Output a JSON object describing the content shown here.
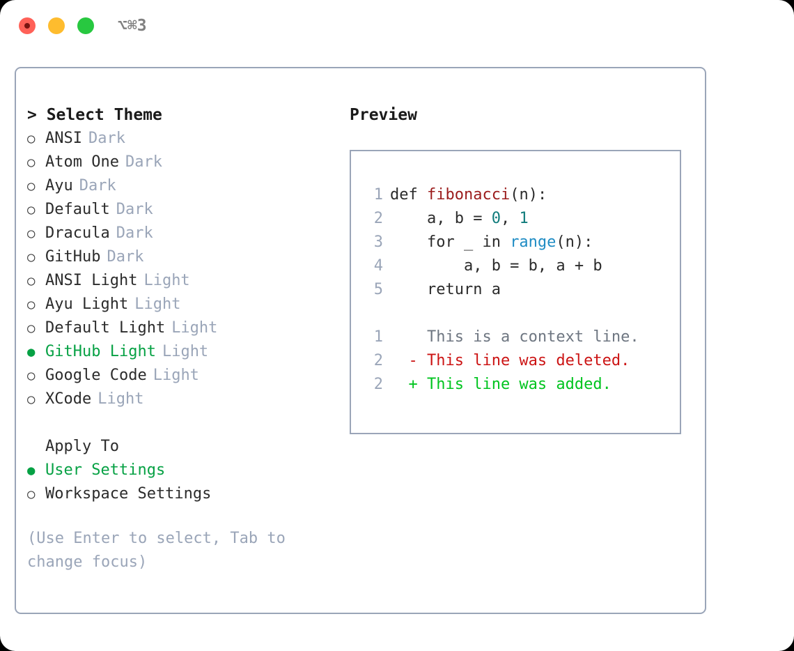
{
  "titlebar": {
    "lights": [
      {
        "name": "close",
        "color": "#ff6158"
      },
      {
        "name": "minimize",
        "color": "#febc2e"
      },
      {
        "name": "maximize",
        "color": "#28c840"
      }
    ],
    "shortcut": "⌥⌘3"
  },
  "theme_selector": {
    "header": "> Select Theme",
    "items": [
      {
        "marker": "○",
        "label": "ANSI",
        "variant": "Dark",
        "selected": false
      },
      {
        "marker": "○",
        "label": "Atom One",
        "variant": "Dark",
        "selected": false
      },
      {
        "marker": "○",
        "label": "Ayu",
        "variant": "Dark",
        "selected": false
      },
      {
        "marker": "○",
        "label": "Default",
        "variant": "Dark",
        "selected": false
      },
      {
        "marker": "○",
        "label": "Dracula",
        "variant": "Dark",
        "selected": false
      },
      {
        "marker": "○",
        "label": "GitHub",
        "variant": "Dark",
        "selected": false
      },
      {
        "marker": "○",
        "label": "ANSI Light",
        "variant": "Light",
        "selected": false
      },
      {
        "marker": "○",
        "label": "Ayu Light",
        "variant": "Light",
        "selected": false
      },
      {
        "marker": "○",
        "label": "Default Light",
        "variant": "Light",
        "selected": false
      },
      {
        "marker": "●",
        "label": "GitHub Light",
        "variant": "Light",
        "selected": true
      },
      {
        "marker": "○",
        "label": "Google Code",
        "variant": "Light",
        "selected": false
      },
      {
        "marker": "○",
        "label": "XCode",
        "variant": "Light",
        "selected": false
      }
    ]
  },
  "apply_to": {
    "header": "Apply To",
    "items": [
      {
        "marker": "●",
        "label": "User Settings",
        "selected": true
      },
      {
        "marker": "○",
        "label": "Workspace Settings",
        "selected": false
      }
    ]
  },
  "hint": "(Use Enter to select, Tab to change focus)",
  "preview": {
    "title": "Preview",
    "code_lines": [
      {
        "num": "1",
        "segments": [
          {
            "text": "def ",
            "type": "plain"
          },
          {
            "text": "fibonacci",
            "type": "fn"
          },
          {
            "text": "(n):",
            "type": "plain"
          }
        ]
      },
      {
        "num": "2",
        "segments": [
          {
            "text": "    a, b = ",
            "type": "plain"
          },
          {
            "text": "0",
            "type": "num"
          },
          {
            "text": ", ",
            "type": "plain"
          },
          {
            "text": "1",
            "type": "num"
          }
        ]
      },
      {
        "num": "3",
        "segments": [
          {
            "text": "    for _ in ",
            "type": "plain"
          },
          {
            "text": "range",
            "type": "builtin"
          },
          {
            "text": "(n):",
            "type": "plain"
          }
        ]
      },
      {
        "num": "4",
        "segments": [
          {
            "text": "        a, b = b, a + b",
            "type": "plain"
          }
        ]
      },
      {
        "num": "5",
        "segments": [
          {
            "text": "    return a",
            "type": "plain"
          }
        ]
      }
    ],
    "diff_lines": [
      {
        "num": "1",
        "sign": " ",
        "text": "This is a context line.",
        "kind": "context"
      },
      {
        "num": "2",
        "sign": "-",
        "text": "This line was deleted.",
        "kind": "del"
      },
      {
        "num": "2",
        "sign": "+",
        "text": "This line was added.",
        "kind": "add"
      }
    ]
  },
  "colors": {
    "accent_green": "#06a144",
    "diff_add": "#00c41f",
    "diff_del": "#cc1414",
    "muted": "#9aa5b8",
    "border": "#9aa5b8",
    "syntax_fn": "#9b1c1c",
    "syntax_num": "#0f7b7b",
    "syntax_builtin": "#1f8cc4"
  }
}
